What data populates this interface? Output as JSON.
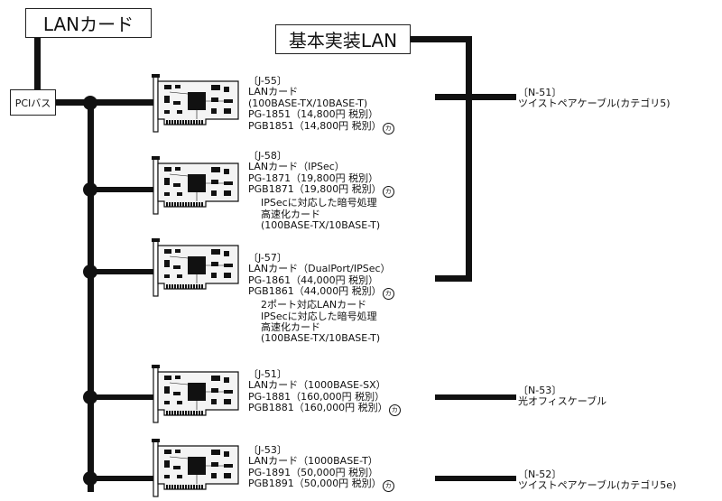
{
  "lan_card_box": "LANカード",
  "base_lan_box": "基本実装LAN",
  "pci_bus": "PCIバス",
  "cards": [
    {
      "code": "〔J-55〕",
      "name": "LANカード",
      "spec": "(100BASE-TX/10BASE-T)",
      "pg": "PG-1851（14,800円 税別）",
      "pgb": "PGB1851（14,800円 税別）",
      "notes": []
    },
    {
      "code": "〔J-58〕",
      "name": "LANカード（IPSec）",
      "spec": "",
      "pg": "PG-1871（19,800円 税別）",
      "pgb": "PGB1871（19,800円 税別）",
      "notes": [
        "IPSecに対応した暗号処理",
        "高速化カード",
        "(100BASE-TX/10BASE-T)"
      ]
    },
    {
      "code": "〔J-57〕",
      "name": "LANカード（DualPort/IPSec）",
      "spec": "",
      "pg": "PG-1861（44,000円 税別）",
      "pgb": "PGB1861（44,000円 税別）",
      "notes": [
        "2ポート対応LANカード",
        "IPSecに対応した暗号処理",
        "高速化カード",
        "(100BASE-TX/10BASE-T)"
      ]
    },
    {
      "code": "〔J-51〕",
      "name": "LANカード（1000BASE-SX）",
      "spec": "",
      "pg": "PG-1881（160,000円 税別）",
      "pgb": "PGB1881（160,000円 税別）",
      "notes": []
    },
    {
      "code": "〔J-53〕",
      "name": "LANカード（1000BASE-T）",
      "spec": "",
      "pg": "PG-1891（50,000円 税別）",
      "pgb": "PGB1891（50,000円 税別）",
      "notes": []
    }
  ],
  "cables": [
    {
      "code": "〔N-51〕",
      "name": "ツイストペアケーブル(カテゴリ5)"
    },
    {
      "code": "〔N-53〕",
      "name": "光オフィスケーブル"
    },
    {
      "code": "〔N-52〕",
      "name": "ツイストペアケーブル(カテゴリ5e)"
    }
  ],
  "mark": "カ",
  "colors": {
    "line": "#111111",
    "card_board": "#f4f4f4",
    "chip": "#111111"
  }
}
